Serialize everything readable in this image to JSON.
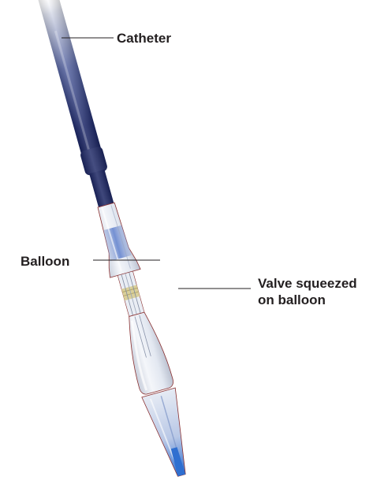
{
  "labels": {
    "catheter": "Catheter",
    "balloon": "Balloon",
    "valve_line1": "Valve squeezed",
    "valve_line2": "on balloon"
  },
  "colors": {
    "text": "#231f20",
    "leader_line": "#231f20",
    "catheter_dark": "#1f2a6b",
    "catheter_light": "#c8cde0",
    "balloon_glass": "#e8ecf3",
    "balloon_blue": "#6f8fd0",
    "outline": "#8a3030",
    "valve_yellow": "#d9cf9a",
    "tip_blue": "#3a78d0"
  }
}
